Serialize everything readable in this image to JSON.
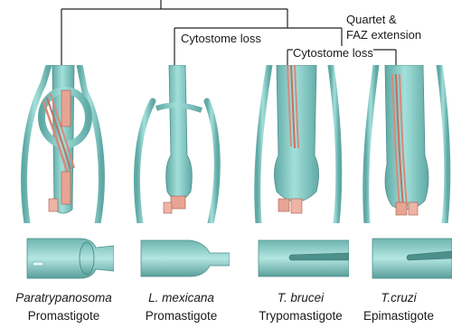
{
  "events": {
    "quartet": "Quartet &",
    "faz": "FAZ extension",
    "cytostome_loss_left": "Cytostome loss",
    "cytostome_loss_right": "Cytostome loss"
  },
  "taxa": [
    {
      "name": "Paratrypanosoma",
      "stage": "Promastigote"
    },
    {
      "name": "L. mexicana",
      "stage": "Promastigote"
    },
    {
      "name": "T. brucei",
      "stage": "Trypomastigote"
    },
    {
      "name": "T.cruzi",
      "stage": "Epimastigote"
    }
  ],
  "colors": {
    "cell": "#8fd4cf",
    "cell_dark": "#5fa9a5",
    "microtubule": "#d9897a",
    "line": "#222222"
  }
}
